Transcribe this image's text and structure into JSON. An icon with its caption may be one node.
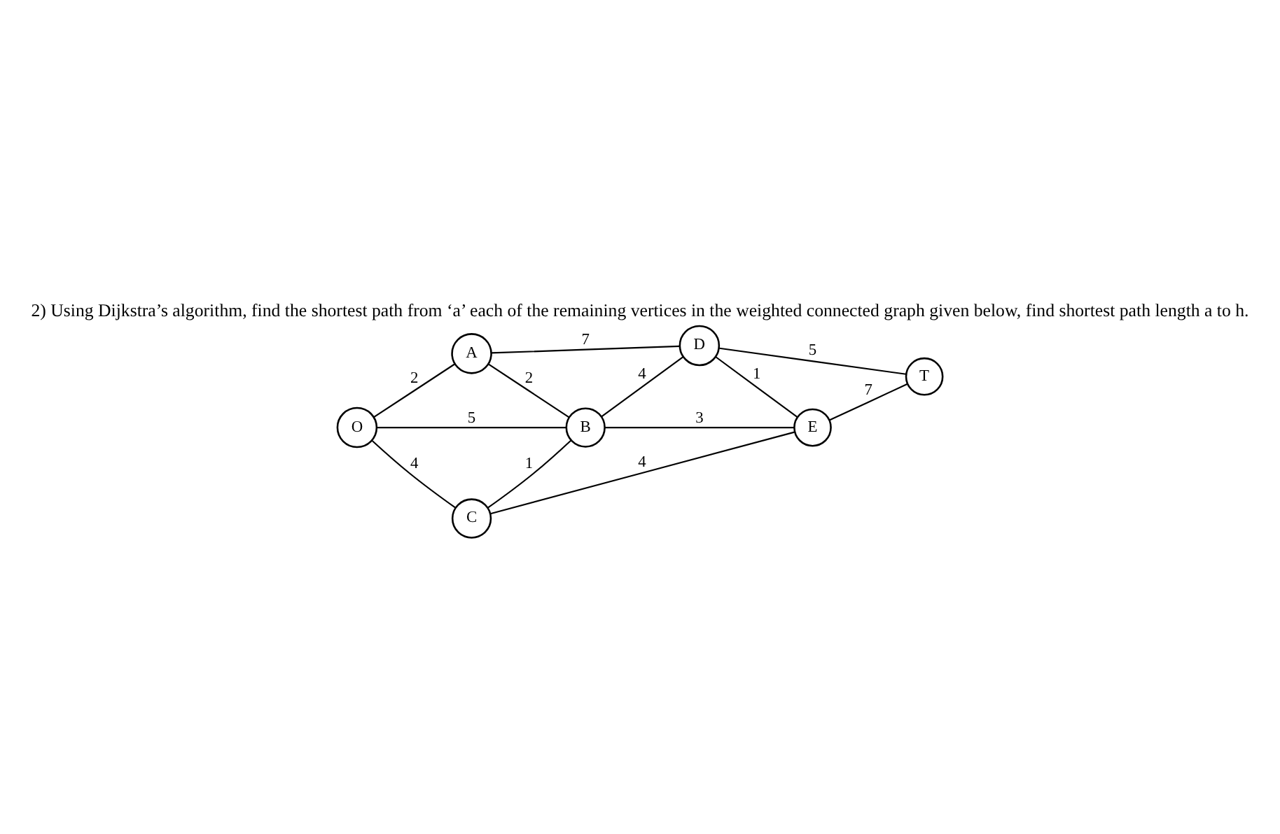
{
  "diagram": {
    "title": "2) Using Dijkstra’s algorithm, find the shortest path from ‘a’ each of the remaining vertices in the weighted connected graph given below, find shortest path length a to h.",
    "nodes": [
      {
        "text": [
          "O"
        ]
      },
      {
        "text": [
          "A"
        ]
      },
      {
        "text": [
          "B"
        ]
      },
      {
        "text": [
          "C"
        ]
      },
      {
        "text": [
          "D"
        ]
      },
      {
        "text": [
          "E"
        ]
      },
      {
        "text": [
          "T"
        ]
      }
    ],
    "edges": [
      {
        "from": 0,
        "to": 1,
        "arrow": "none",
        "label": "2"
      },
      {
        "from": 0,
        "to": 2,
        "arrow": "none",
        "label": "5"
      },
      {
        "from": 0,
        "to": 3,
        "arrow": "none",
        "label": "4"
      },
      {
        "from": 1,
        "to": 2,
        "arrow": "none",
        "label": "2"
      },
      {
        "from": 1,
        "to": 4,
        "arrow": "none",
        "label": "7"
      },
      {
        "from": 3,
        "to": 2,
        "arrow": "none",
        "label": "1"
      },
      {
        "from": 2,
        "to": 4,
        "arrow": "none",
        "label": "4"
      },
      {
        "from": 2,
        "to": 5,
        "arrow": "none",
        "label": "3"
      },
      {
        "from": 3,
        "to": 5,
        "arrow": "none",
        "label": "4"
      },
      {
        "from": 4,
        "to": 5,
        "arrow": "none",
        "label": "1"
      },
      {
        "from": 4,
        "to": 6,
        "arrow": "none",
        "label": "5"
      },
      {
        "from": 5,
        "to": 6,
        "arrow": "none",
        "label": "7"
      }
    ]
  }
}
